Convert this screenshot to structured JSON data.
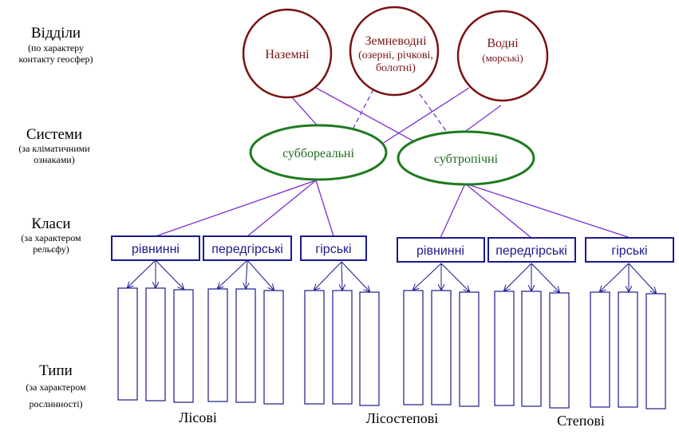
{
  "levels": {
    "divisions": {
      "title": "Відділи",
      "sub1": "(по характеру",
      "sub2": "контакту геосфер)"
    },
    "systems": {
      "title": "Системи",
      "sub1": "(за кліматичними",
      "sub2": "ознаками)"
    },
    "classes": {
      "title": "Класи",
      "sub1": "(за характером",
      "sub2": "рельєфу)"
    },
    "types": {
      "title": "Типи",
      "sub1": "(за характером",
      "sub2": "рослинності)"
    }
  },
  "divisions": {
    "terrestrial": {
      "label": "Наземні"
    },
    "amphibious": {
      "label": "Земневодні",
      "sub1": "(озерні, річкові,",
      "sub2": "болотні)"
    },
    "aquatic": {
      "label": "Водні",
      "sub1": "(морські)"
    }
  },
  "systems": {
    "subboreal": {
      "label": "суббореальні"
    },
    "subtropical": {
      "label": "субтропічні"
    }
  },
  "classes": {
    "left": [
      "рівнинні",
      "передгірські",
      "гірські"
    ],
    "right": [
      "рівнинні",
      "передгірські",
      "гірські"
    ]
  },
  "types_groups": [
    "Лісові",
    "Лісостепові",
    "Степові"
  ],
  "colors": {
    "circle_stroke": "#7a1212",
    "ellipse_stroke": "#1e7a1e",
    "connector": "#7b2fd0",
    "box_stroke": "#1a1a8c"
  }
}
